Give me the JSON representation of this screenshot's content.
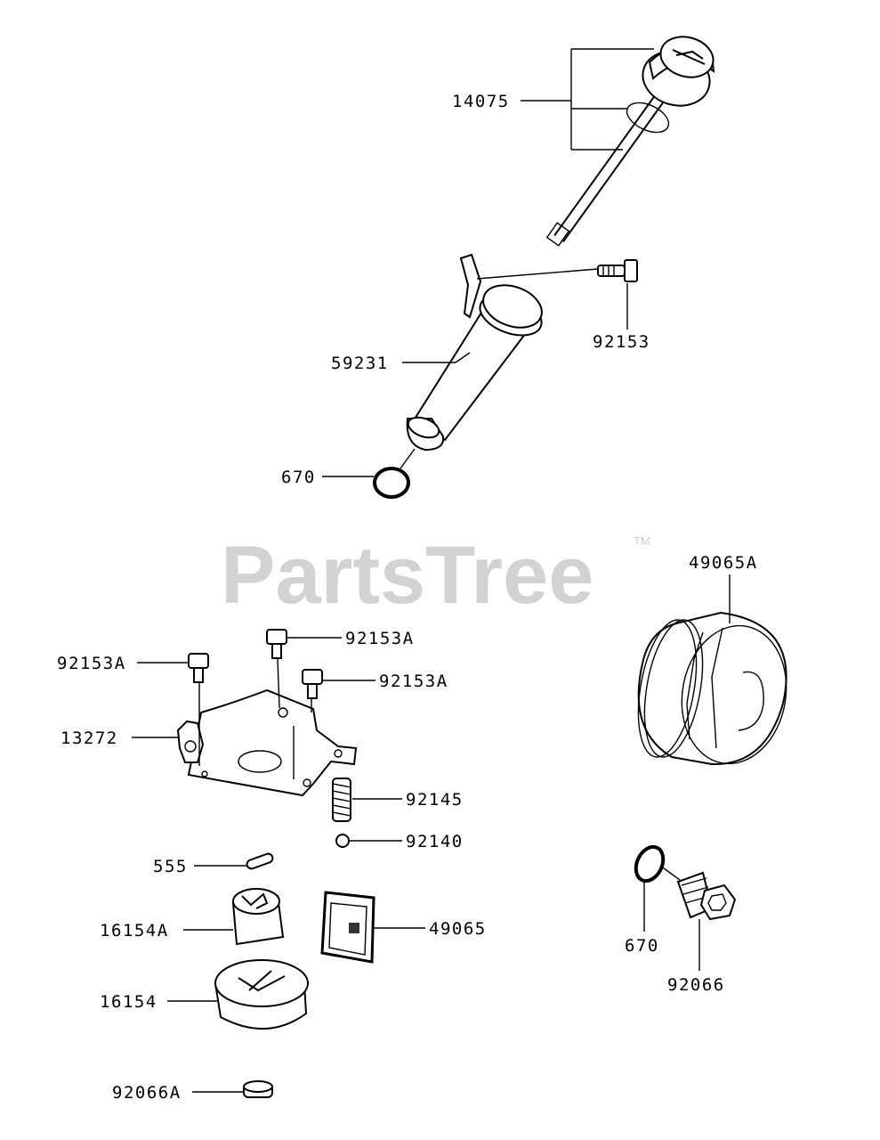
{
  "watermark": {
    "text": "PartsTree",
    "trademark": "TM"
  },
  "parts": [
    {
      "id": "14075"
    },
    {
      "id": "92153"
    },
    {
      "id": "59231"
    },
    {
      "id": "670"
    },
    {
      "id": "49065A"
    },
    {
      "id": "92153A"
    },
    {
      "id": "92153A"
    },
    {
      "id": "92153A"
    },
    {
      "id": "13272"
    },
    {
      "id": "92145"
    },
    {
      "id": "92140"
    },
    {
      "id": "555"
    },
    {
      "id": "16154A"
    },
    {
      "id": "49065"
    },
    {
      "id": "16154"
    },
    {
      "id": "92066A"
    },
    {
      "id": "670"
    },
    {
      "id": "92066"
    }
  ]
}
